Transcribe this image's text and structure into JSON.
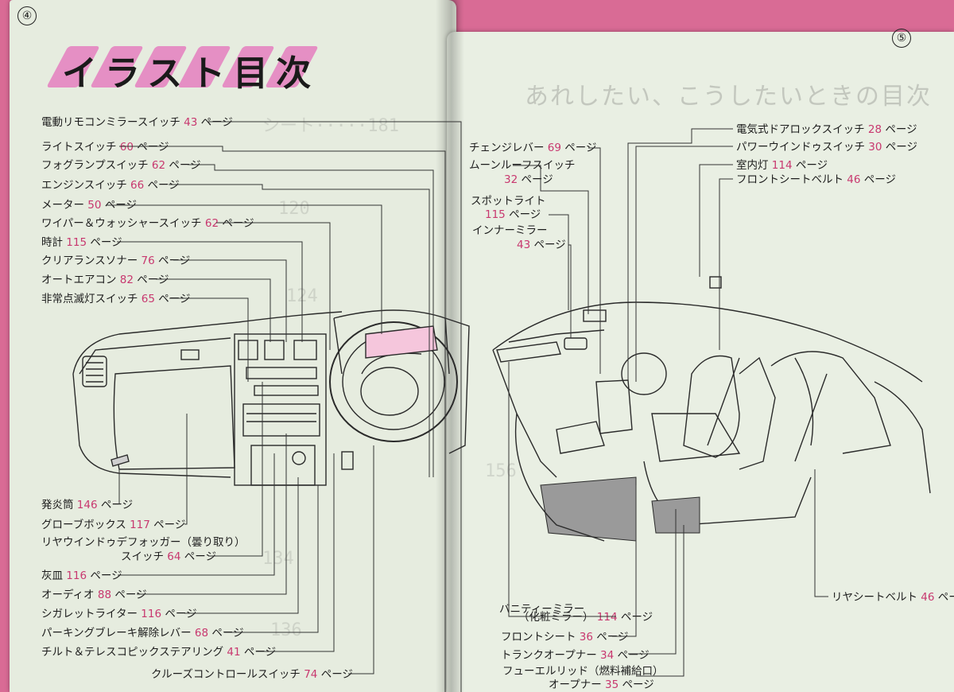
{
  "left_page": {
    "page_number": "④",
    "title": "イラスト目次",
    "top_labels": [
      {
        "name": "電動リモコンミラースイッチ",
        "page": "43",
        "suffix": "ページ"
      },
      {
        "name": "ライトスイッチ",
        "page": "60",
        "suffix": "ページ"
      },
      {
        "name": "フォグランプスイッチ",
        "page": "62",
        "suffix": "ページ"
      },
      {
        "name": "エンジンスイッチ",
        "page": "66",
        "suffix": "ページ"
      },
      {
        "name": "メーター",
        "page": "50",
        "suffix": "ページ"
      },
      {
        "name": "ワイパー＆ウォッシャースイッチ",
        "page": "62",
        "suffix": "ページ"
      },
      {
        "name": "時計",
        "page": "115",
        "suffix": "ページ"
      },
      {
        "name": "クリアランスソナー",
        "page": "76",
        "suffix": "ページ"
      },
      {
        "name": "オートエアコン",
        "page": "82",
        "suffix": "ページ"
      },
      {
        "name": "非常点滅灯スイッチ",
        "page": "65",
        "suffix": "ページ"
      }
    ],
    "bottom_labels": [
      {
        "name": "発炎筒",
        "page": "146",
        "suffix": "ページ"
      },
      {
        "name": "グローブボックス",
        "page": "117",
        "suffix": "ページ"
      },
      {
        "name": "リヤウインドゥデフォッガー（曇り取り）",
        "page": "",
        "suffix": ""
      },
      {
        "name": "スイッチ",
        "page": "64",
        "suffix": "ページ"
      },
      {
        "name": "灰皿",
        "page": "116",
        "suffix": "ページ"
      },
      {
        "name": "オーディオ",
        "page": "88",
        "suffix": "ページ"
      },
      {
        "name": "シガレットライター",
        "page": "116",
        "suffix": "ページ"
      },
      {
        "name": "パーキングブレーキ解除レバー",
        "page": "68",
        "suffix": "ページ"
      },
      {
        "name": "チルト＆テレスコピックステアリング",
        "page": "41",
        "suffix": "ページ"
      },
      {
        "name": "クルーズコントロールスイッチ",
        "page": "74",
        "suffix": "ページ"
      }
    ]
  },
  "right_page": {
    "page_number": "⑤",
    "faint_heading": "あれしたい、こうしたいときの目次",
    "left_labels": [
      {
        "name": "チェンジレバー",
        "page": "69",
        "suffix": "ページ"
      },
      {
        "name": "ムーンルーフスイッチ",
        "page": "",
        "suffix": ""
      },
      {
        "name": "",
        "page": "32",
        "suffix": "ページ"
      },
      {
        "name": "スポットライト",
        "page": "",
        "suffix": ""
      },
      {
        "name": "",
        "page": "115",
        "suffix": "ページ"
      },
      {
        "name": "インナーミラー",
        "page": "",
        "suffix": ""
      },
      {
        "name": "",
        "page": "43",
        "suffix": "ページ"
      }
    ],
    "right_labels": [
      {
        "name": "電気式ドアロックスイッチ",
        "page": "28",
        "suffix": "ページ"
      },
      {
        "name": "パワーウインドゥスイッチ",
        "page": "30",
        "suffix": "ページ"
      },
      {
        "name": "室内灯",
        "page": "114",
        "suffix": "ページ"
      },
      {
        "name": "フロントシートベルト",
        "page": "46",
        "suffix": "ページ"
      }
    ],
    "bottom_labels": [
      {
        "name": "バニティーミラー",
        "page": "",
        "suffix": ""
      },
      {
        "name": "（化粧ミラー）",
        "page": "114",
        "suffix": "ページ"
      },
      {
        "name": "フロントシート",
        "page": "36",
        "suffix": "ページ"
      },
      {
        "name": "トランクオープナー",
        "page": "34",
        "suffix": "ページ"
      },
      {
        "name": "フューエルリッド（燃料補給口）",
        "page": "",
        "suffix": ""
      },
      {
        "name": "オープナー",
        "page": "35",
        "suffix": "ページ"
      }
    ],
    "rear_label": {
      "name": "リヤシートベルト",
      "page": "46",
      "suffix": "ペー"
    }
  }
}
